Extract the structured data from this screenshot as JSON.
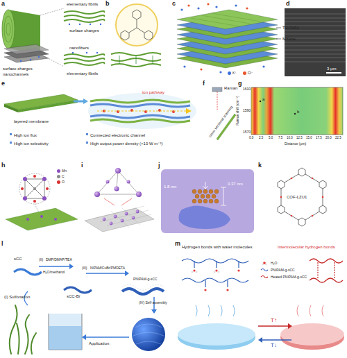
{
  "diagram": {
    "labels": [
      "a",
      "elementary fibrils",
      "surface charges",
      "surface charges",
      "nanochannels",
      "nanofibers",
      "elementary fibrils",
      "b",
      "c",
      "TOCNFs",
      "MXene",
      "d",
      "3 μm",
      "e",
      "layered membrane",
      "ion pathway",
      "High ion flux",
      "High ion selectivity",
      "Connected electronic channel",
      "High output power density (>10 W m⁻²)",
      "f",
      "Raman",
      "cross-sectional scanning",
      "g",
      "1610",
      "1590",
      "1570",
      "Raman shift (cm⁻¹)",
      "0.0",
      "2.5",
      "5.0",
      "7.5",
      "10.0",
      "12.5",
      "15.0",
      "17.5",
      "20.0",
      "22.5",
      "Distance (μm)",
      "a",
      "b",
      "h",
      "i",
      "j",
      "1.8 nm",
      "0.37 nm",
      "k",
      "COF-LZU1",
      "l",
      "sCC",
      "(I) Sulfonation",
      "(II)",
      "DMF/DMAP/TEA",
      "H₂O/methanol",
      "sCC-Br",
      "(III)",
      "NIPAM/CuBr/PMDETA",
      "PNIPAM-g-sCC",
      "(IV) Self-assembly",
      "Application",
      "m",
      "Hydrogen bonds with water molecules",
      "Intermolecular hydrogen bonds",
      "T↑",
      "T↓"
    ],
    "legend": [
      {
        "text": "K⁺",
        "color": "#3f6fd8"
      },
      {
        "text": "Cl⁻",
        "color": "#e8542a"
      },
      {
        "text": "Mn",
        "color": "#8a4fbf"
      },
      {
        "text": "C",
        "color": "#8a8a8a"
      },
      {
        "text": "O",
        "color": "#d83030"
      },
      {
        "text": "H₂O"
      },
      {
        "text": "PNIPAM-g-sCC"
      },
      {
        "text": "Heated PNIPAM-g-sCC"
      }
    ]
  }
}
